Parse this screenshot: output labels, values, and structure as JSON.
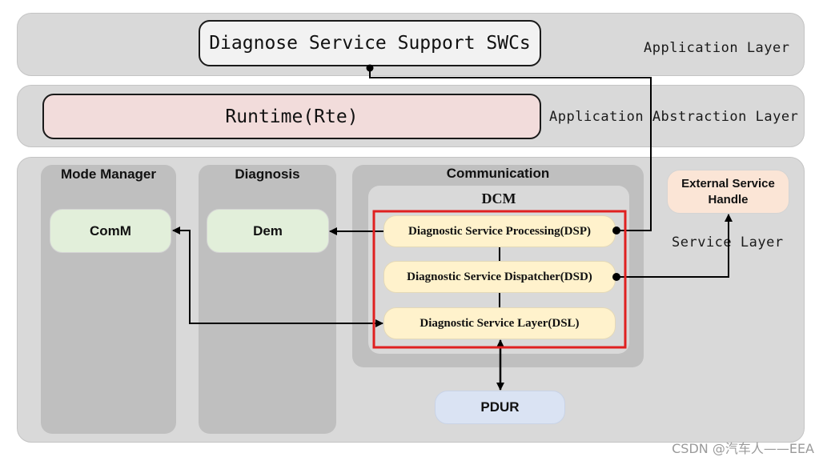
{
  "layers": {
    "application": {
      "label": "Application Layer",
      "swc_box": "Diagnose Service Support SWCs"
    },
    "abstraction": {
      "label": "Application Abstraction Layer",
      "rte_box": "Runtime(Rte)"
    },
    "service": {
      "label": "Service Layer",
      "columns": {
        "mode_manager": {
          "title": "Mode Manager",
          "module": "ComM"
        },
        "diagnosis": {
          "title": "Diagnosis",
          "module": "Dem"
        },
        "communication": {
          "title": "Communication",
          "dcm": {
            "title": "DCM",
            "dsp": "Diagnostic Service Processing(DSP)",
            "dsd": "Diagnostic Service Dispatcher(DSD)",
            "dsl": "Diagnostic Service Layer(DSL)"
          }
        }
      },
      "external_handle": "External Service Handle"
    }
  },
  "pdur": "PDUR",
  "watermark": "CSDN @汽车人——EEA",
  "colors": {
    "layer_bg": "#d9d9d9",
    "column_bg": "#bfbfbf",
    "swc_bg": "#f2f2f2",
    "rte_bg": "#f2dcdb",
    "module_green": "#e2efda",
    "dcm_item": "#fff2cc",
    "external_handle": "#fbe5d6",
    "pdur": "#dae3f3",
    "highlight_red": "#e02020"
  }
}
